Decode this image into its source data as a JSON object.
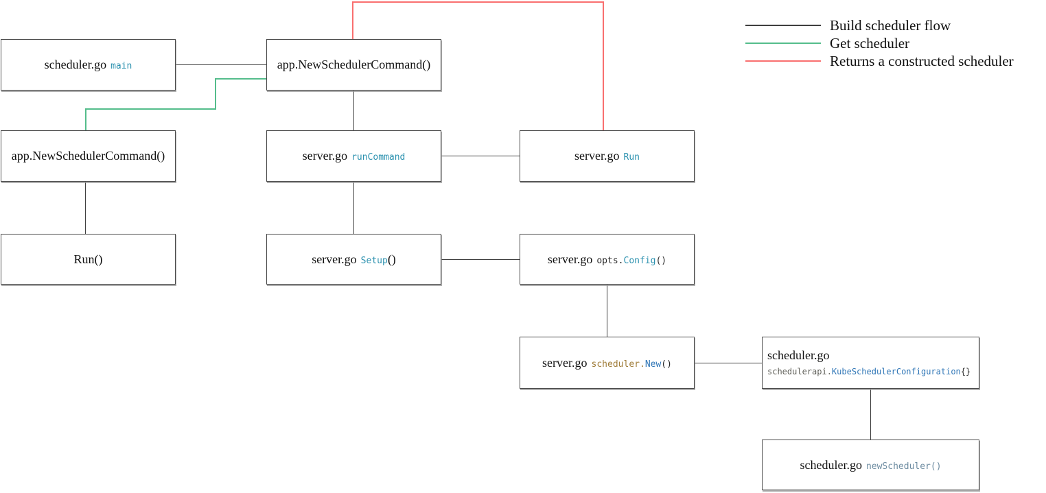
{
  "legend": {
    "items": [
      {
        "name": "build-scheduler-flow",
        "label": "Build scheduler flow",
        "color": "#3f3f3f"
      },
      {
        "name": "get-scheduler",
        "label": "Get scheduler",
        "color": "#54bd8b"
      },
      {
        "name": "returns-constructed-scheduler",
        "label": "Returns a constructed scheduler",
        "color": "#f96f6f"
      }
    ]
  },
  "colors": {
    "code_teal": "#2b91af",
    "code_blue": "#2e75b6",
    "code_brown": "#a07d3a",
    "code_gray": "#5f5f58",
    "code_steel": "#6d8ca1",
    "box_border": "#4a4a4a",
    "edge_black": "#3f3f3f",
    "edge_green": "#54bd8b",
    "edge_red": "#f96f6f"
  },
  "nodes": {
    "scheduler_main": {
      "file": "scheduler.go",
      "code": "main"
    },
    "new_scheduler_command_top": {
      "label": "app.NewSchedulerCommand()"
    },
    "new_scheduler_command_left": {
      "label": "app.NewSchedulerCommand()"
    },
    "run_command": {
      "file": "server.go",
      "code": "runCommand"
    },
    "server_run": {
      "file": "server.go",
      "code": "Run"
    },
    "run": {
      "label": "Run()"
    },
    "setup": {
      "file": "server.go",
      "code": "Setup",
      "suffix": "()"
    },
    "opts_config": {
      "file": "server.go",
      "prefix": "opts.",
      "code": "Config",
      "suffix": "()"
    },
    "scheduler_new": {
      "file": "server.go",
      "prefix": "scheduler.",
      "code": "New",
      "suffix": "()"
    },
    "kube_scheduler_configuration": {
      "file": "scheduler.go",
      "prefix": "schedulerapi.",
      "code": "KubeSchedulerConfiguration",
      "suffix": "{}"
    },
    "new_scheduler": {
      "file": "scheduler.go",
      "code": "newScheduler()"
    }
  },
  "edges": [
    {
      "from": "scheduler.go main",
      "to": "app.NewSchedulerCommand()",
      "flow": "Build scheduler flow"
    },
    {
      "from": "app.NewSchedulerCommand()",
      "to": "app.NewSchedulerCommand()",
      "flow": "Get scheduler"
    },
    {
      "from": "app.NewSchedulerCommand()",
      "to": "Run()",
      "flow": "Build scheduler flow"
    },
    {
      "from": "app.NewSchedulerCommand()",
      "to": "server.go runCommand",
      "flow": "Build scheduler flow"
    },
    {
      "from": "server.go runCommand",
      "to": "server.go Run",
      "flow": "Build scheduler flow"
    },
    {
      "from": "server.go Run",
      "to": "app.NewSchedulerCommand()",
      "flow": "Returns a constructed scheduler"
    },
    {
      "from": "server.go runCommand",
      "to": "server.go Setup()",
      "flow": "Build scheduler flow"
    },
    {
      "from": "server.go Setup()",
      "to": "server.go opts.Config()",
      "flow": "Build scheduler flow"
    },
    {
      "from": "server.go opts.Config()",
      "to": "server.go scheduler.New()",
      "flow": "Build scheduler flow"
    },
    {
      "from": "server.go scheduler.New()",
      "to": "scheduler.go schedulerapi.KubeSchedulerConfiguration{}",
      "flow": "Build scheduler flow"
    },
    {
      "from": "scheduler.go schedulerapi.KubeSchedulerConfiguration{}",
      "to": "scheduler.go newScheduler()",
      "flow": "Build scheduler flow"
    }
  ]
}
